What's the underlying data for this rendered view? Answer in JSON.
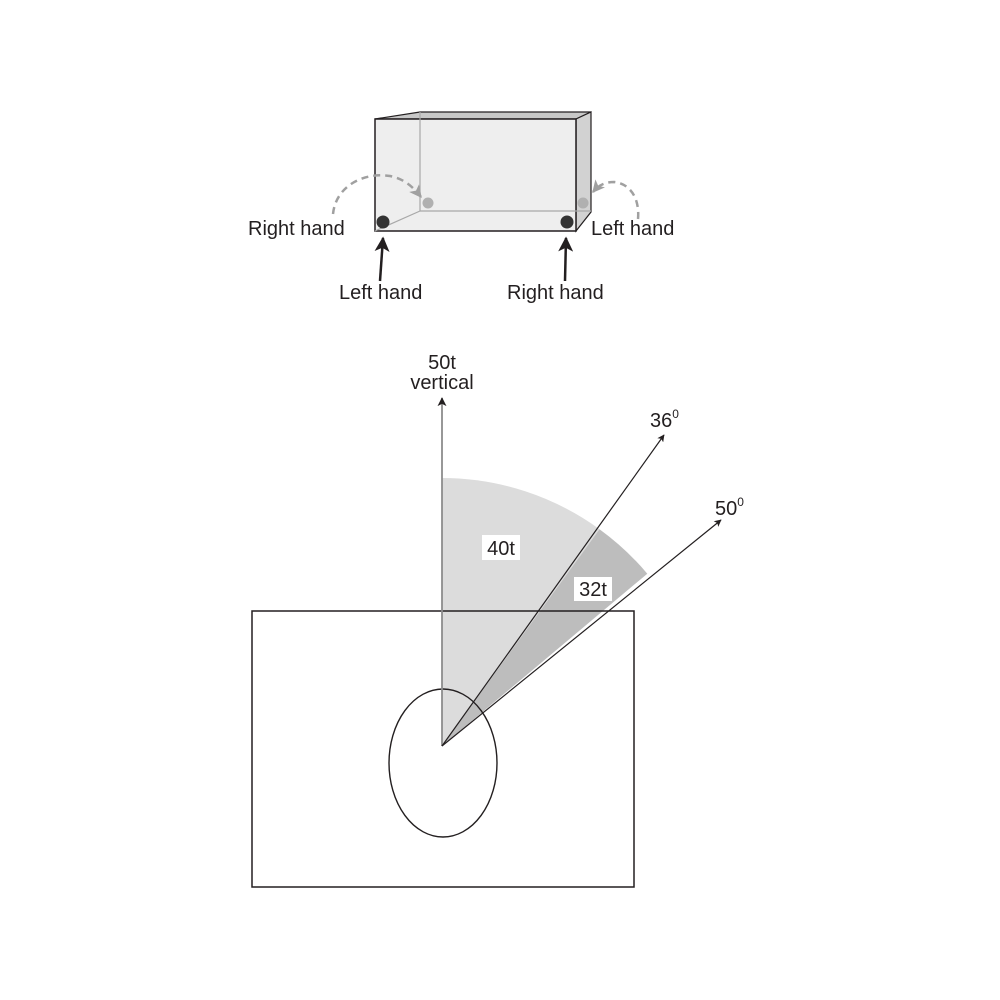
{
  "colors": {
    "ink": "#231f20",
    "box_face": "#ebebeb",
    "box_side": "#d2d2d2",
    "box_top": "#c8c8c8",
    "inner_edge": "#a8a8a8",
    "front_dot": "#333333",
    "back_dot": "#b0b0b0",
    "dashed_arc": "#a0a0a0",
    "sector_light": "#dcdcdc",
    "sector_dark": "#bdbdbd",
    "vertical_line": "#8c8c8c"
  },
  "top_figure": {
    "labels": {
      "right_hand_left": "Right hand",
      "left_hand_right": "Left hand",
      "left_hand_bottom": "Left hand",
      "right_hand_bottom": "Right hand"
    }
  },
  "bottom_figure": {
    "vertical_label_line1": "50t",
    "vertical_label_line2": "vertical",
    "ray_36_label": "36",
    "ray_36_superscript": "0",
    "ray_50_label": "50",
    "ray_50_superscript": "0",
    "sector_inner_label": "40t",
    "sector_outer_label": "32t"
  },
  "chart_data": {
    "type": "diagram",
    "title": "",
    "description": "Two-handed lifting of a box and load capacity reduction with asymmetry angle",
    "top": {
      "object": "box (3D perspective)",
      "grip_points": [
        {
          "position": "front-left bottom corner",
          "hand": "Left hand",
          "style": "solid arrow"
        },
        {
          "position": "front-right bottom corner",
          "hand": "Right hand",
          "style": "solid arrow"
        },
        {
          "position": "back-left bottom corner",
          "hand": "Right hand",
          "style": "dashed arc arrow"
        },
        {
          "position": "right side bottom",
          "hand": "Left hand",
          "style": "dashed arc arrow"
        }
      ]
    },
    "bottom": {
      "rays": [
        {
          "angle_deg": 0,
          "label": "50t vertical"
        },
        {
          "angle_deg": 36,
          "label": "36°"
        },
        {
          "angle_deg": 50,
          "label": "50°"
        }
      ],
      "sectors": [
        {
          "from_deg": 0,
          "to_deg": 36,
          "label": "40t",
          "shade": "light"
        },
        {
          "from_deg": 36,
          "to_deg": 50,
          "label": "32t",
          "shade": "dark"
        }
      ],
      "footprint": "rectangle with ellipse at origin"
    }
  }
}
